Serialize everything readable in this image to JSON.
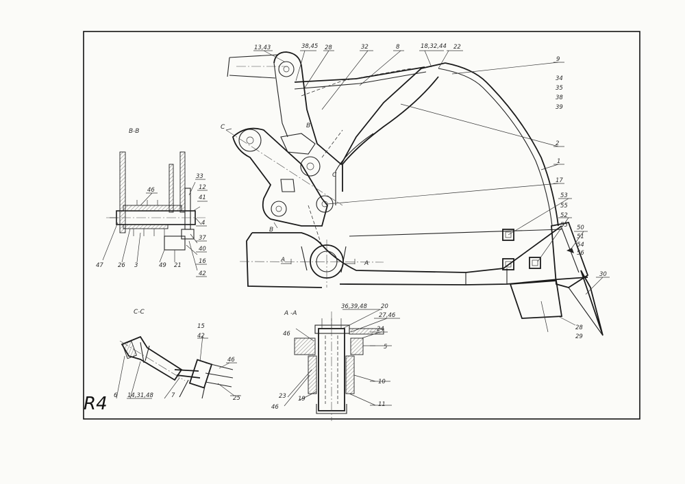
{
  "sheet_label": "R4",
  "sections": {
    "bb": "B-B",
    "cc": "C-C",
    "aa": "A -A"
  },
  "cut_marks": [
    "C",
    "B",
    "C",
    "B",
    "A",
    "A"
  ],
  "callouts": [
    "13,43",
    "38,45",
    "28",
    "32",
    "8",
    "18,32,44",
    "22",
    "9",
    "34",
    "35",
    "38",
    "39",
    "2",
    "1",
    "17",
    "53",
    "55",
    "52",
    "55",
    "50",
    "51",
    "54",
    "56",
    "30",
    "28",
    "29",
    "46",
    "33",
    "12",
    "41",
    "4",
    "37",
    "40",
    "16",
    "42",
    "47",
    "26",
    "3",
    "49",
    "21",
    "15",
    "42",
    "46",
    "25",
    "6",
    "14,31,48",
    "7",
    "36,39,48",
    "20",
    "27,46",
    "24",
    "46",
    "5",
    "10",
    "11",
    "23",
    "46",
    "19"
  ]
}
